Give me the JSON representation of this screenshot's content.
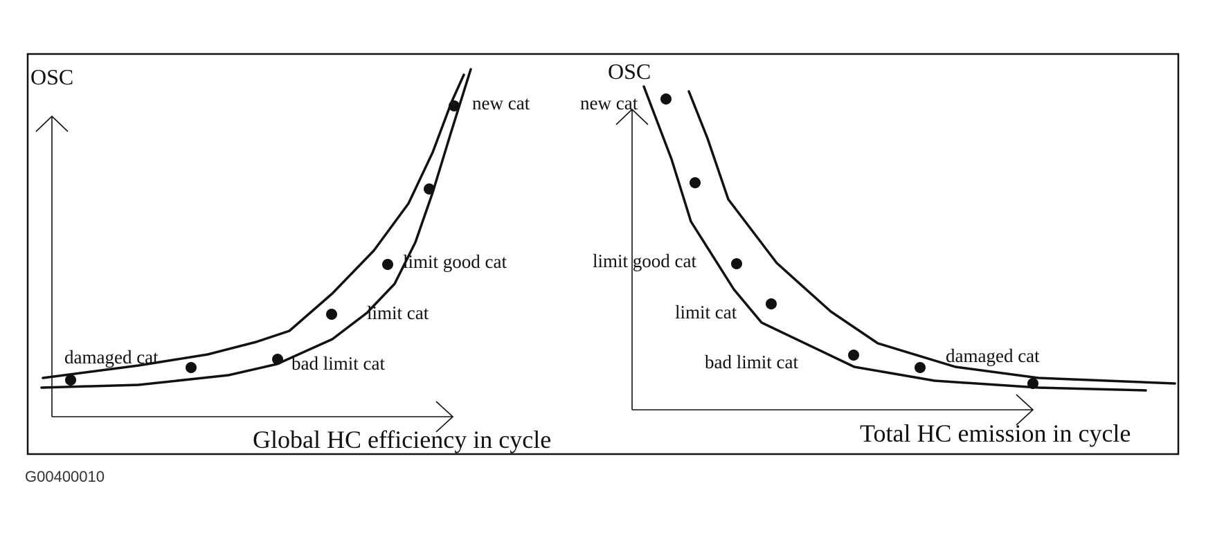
{
  "figure_id": "G00400010",
  "panels": [
    {
      "y_axis_label": "OSC",
      "x_axis_label": "Global HC efficiency in cycle",
      "point_labels": [
        "new cat",
        "limit good cat",
        "limit cat",
        "damaged cat",
        "bad limit cat"
      ]
    },
    {
      "y_axis_label": "OSC",
      "x_axis_label": "Total HC emission in cycle",
      "point_labels": [
        "new cat",
        "limit good cat",
        "limit cat",
        "bad limit cat",
        "damaged cat"
      ]
    }
  ]
}
